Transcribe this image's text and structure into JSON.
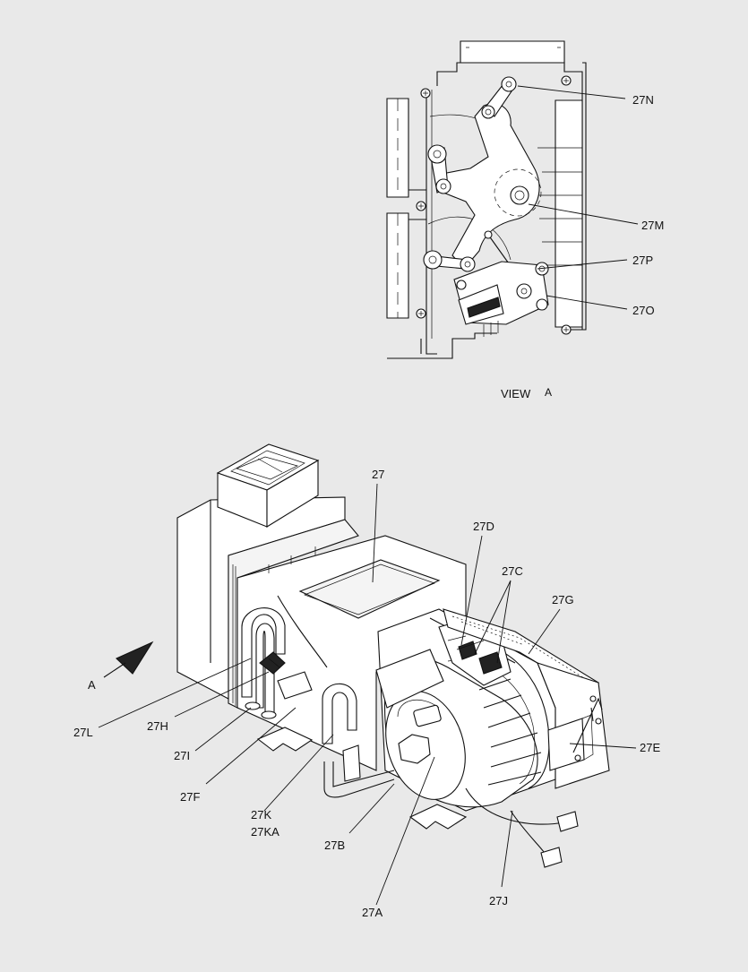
{
  "view_caption": {
    "word": "VIEW",
    "letter": "A"
  },
  "arrow_label": "A",
  "callouts": {
    "c27N": "27N",
    "c27M": "27M",
    "c27P": "27P",
    "c27O": "27O",
    "c27": "27",
    "c27D": "27D",
    "c27C": "27C",
    "c27G": "27G",
    "c27E": "27E",
    "c27L": "27L",
    "c27H": "27H",
    "c27I": "27I",
    "c27F": "27F",
    "c27K": "27K",
    "c27KA": "27KA",
    "c27B": "27B",
    "c27A": "27A",
    "c27J": "27J"
  }
}
